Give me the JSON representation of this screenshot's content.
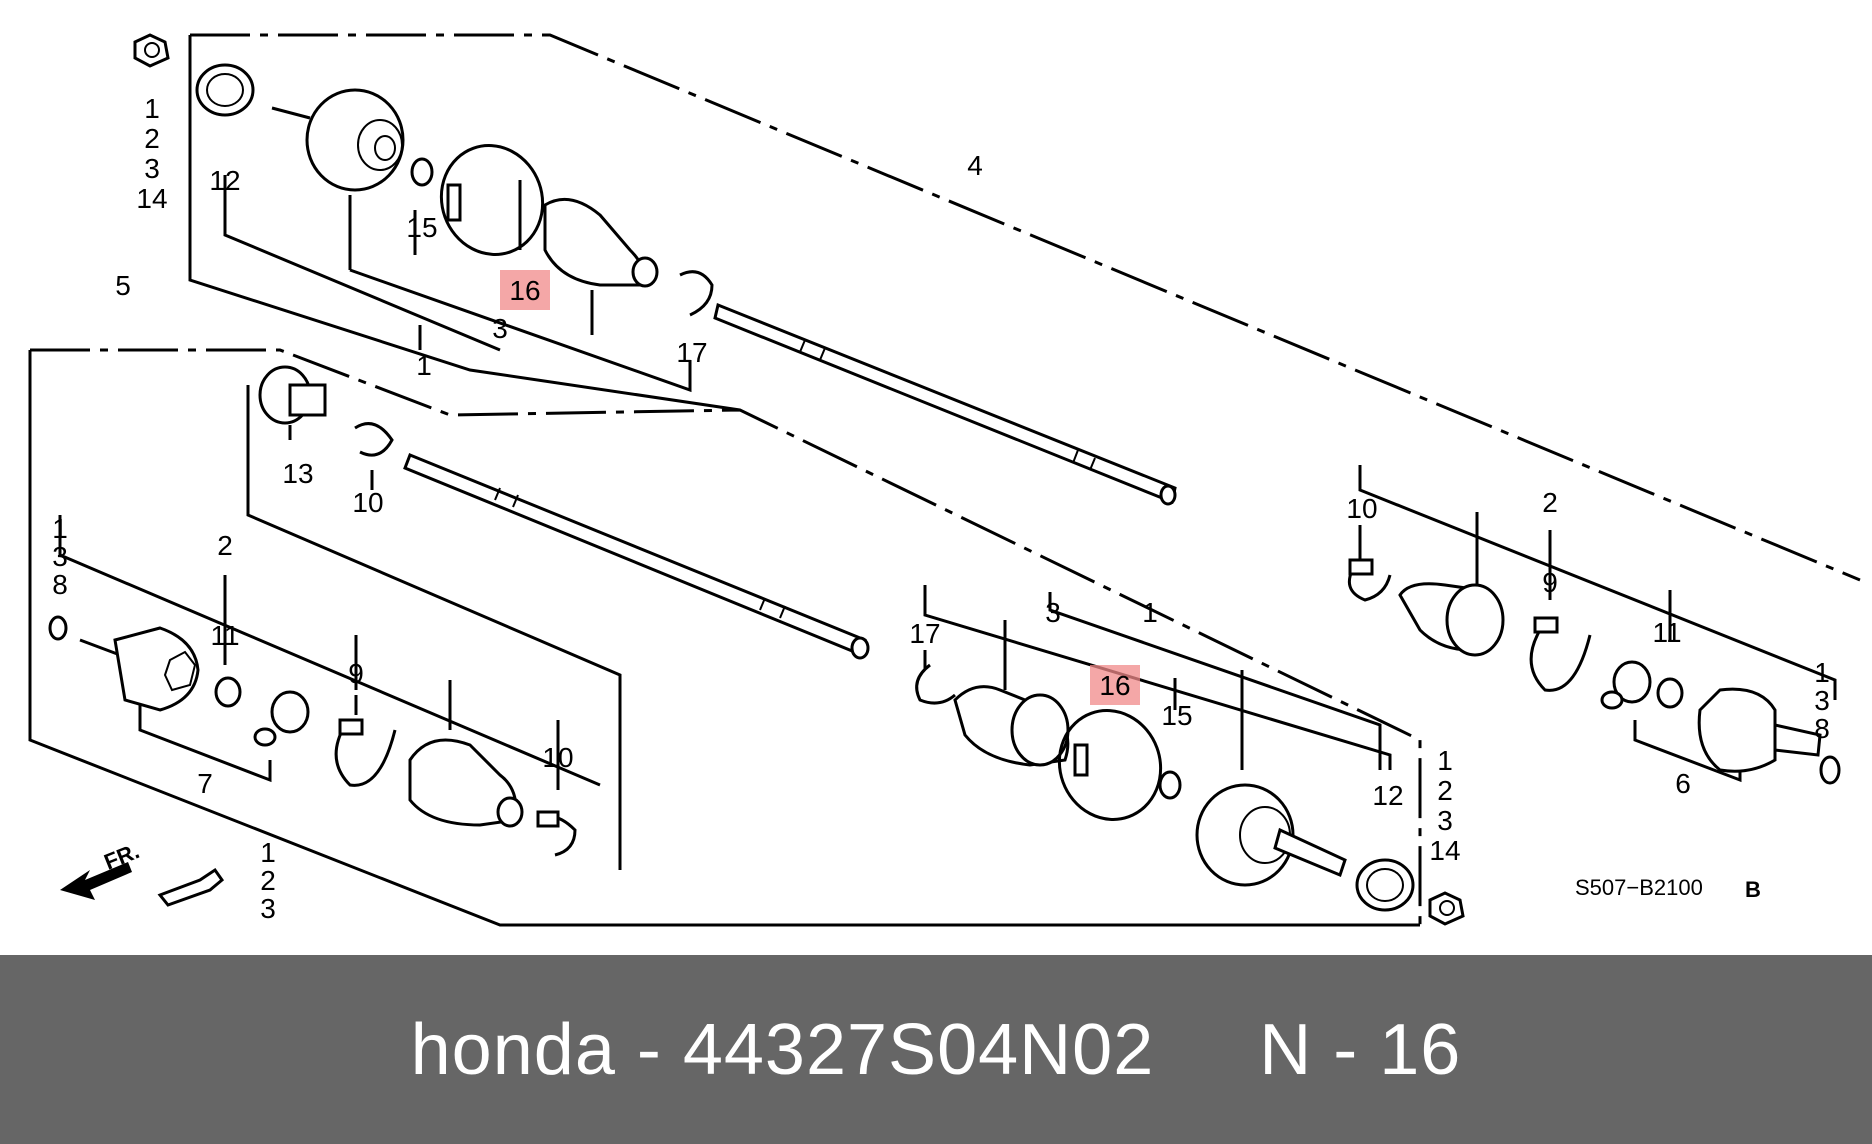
{
  "diagram": {
    "highlight_color": "#f08a8a",
    "labels": {
      "nut_top": [
        "1",
        "2",
        "3",
        "14"
      ],
      "l12_top": "12",
      "l15_top": "15",
      "l16_top": "16",
      "l3_top": "3",
      "l1_top": "1",
      "l17_top": "17",
      "l4": "4",
      "l5": "5",
      "l13": "13",
      "l10_mid": "10",
      "left_clip": [
        "1",
        "3",
        "8"
      ],
      "l2_left": "2",
      "l11_left": "11",
      "l9_left": "9",
      "l10_left": "10",
      "l7": "7",
      "bottom_left_stack": [
        "1",
        "2",
        "3"
      ],
      "l17_mid": "17",
      "l3_mid": "3",
      "l1_mid": "1",
      "l16_mid": "16",
      "l15_mid": "15",
      "l12_mid": "12",
      "nut_bottom": [
        "1",
        "2",
        "3",
        "14"
      ],
      "l10_right": "10",
      "l2_right": "2",
      "l9_right": "9",
      "l11_right": "11",
      "right_clip": [
        "1",
        "3",
        "8"
      ],
      "l6": "6",
      "fr": "FR.",
      "code_main": "S507−B2100",
      "code_suffix": "B"
    }
  },
  "footer": {
    "brand": "honda",
    "sep1": " - ",
    "part_number": "44327S04N02",
    "gap": "     ",
    "ref_label": "N - 16"
  }
}
